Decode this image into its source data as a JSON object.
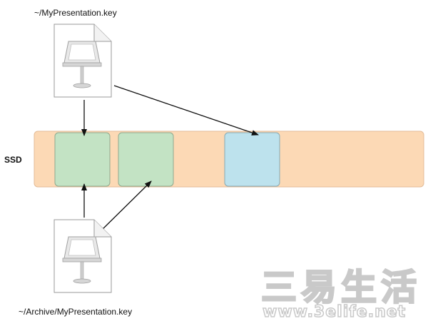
{
  "files": {
    "top": {
      "label": "~/MyPresentation.key",
      "icon": "keynote-file-icon"
    },
    "bottom": {
      "label": "~/Archive/MyPresentation.key",
      "icon": "keynote-file-icon"
    }
  },
  "ssd": {
    "label": "SSD",
    "colors": {
      "background": "#fcd9b5",
      "shared_block": "#c3e3c4",
      "new_block": "#bde2ed"
    }
  },
  "watermark": {
    "chinese": "三易生活",
    "url": "www.3elife.net"
  }
}
